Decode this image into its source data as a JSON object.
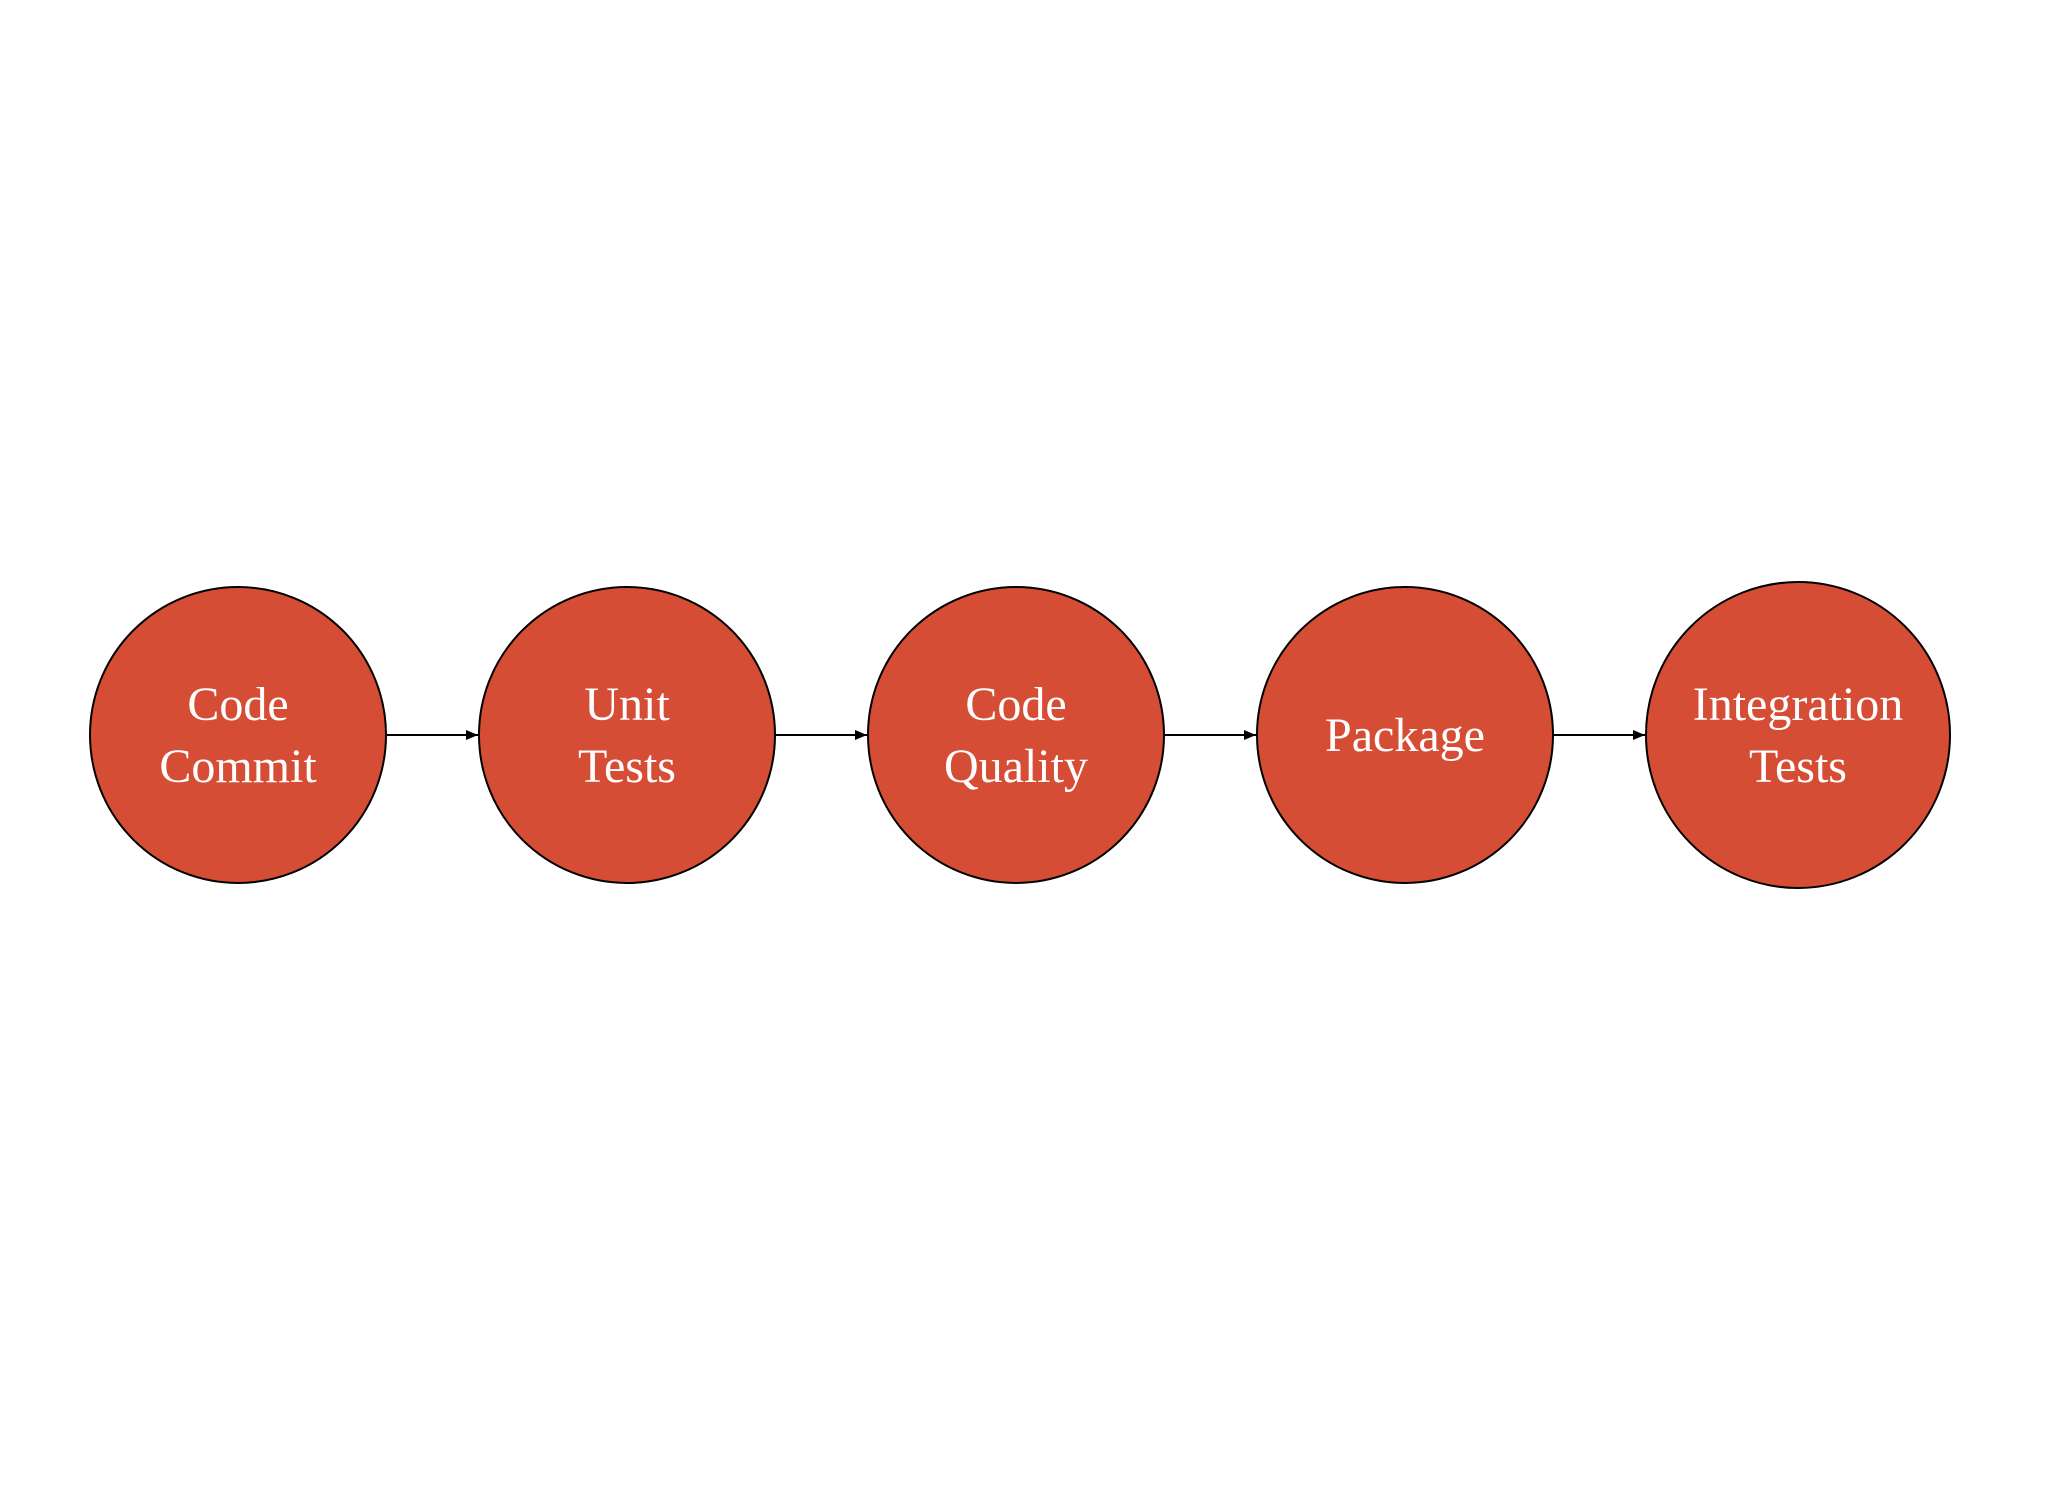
{
  "diagram": {
    "colors": {
      "node_fill": "#d64d35",
      "node_stroke": "#000000",
      "label": "#ffffff",
      "edge": "#000000",
      "background": "#ffffff"
    },
    "nodes": [
      {
        "id": "code-commit",
        "lines": [
          "Code",
          "Commit"
        ]
      },
      {
        "id": "unit-tests",
        "lines": [
          "Unit",
          "Tests"
        ]
      },
      {
        "id": "code-quality",
        "lines": [
          "Code",
          "Quality"
        ]
      },
      {
        "id": "package",
        "lines": [
          "Package"
        ]
      },
      {
        "id": "integration-tests",
        "lines": [
          "Integration",
          "Tests"
        ]
      }
    ],
    "edges": [
      {
        "from": "code-commit",
        "to": "unit-tests"
      },
      {
        "from": "unit-tests",
        "to": "code-quality"
      },
      {
        "from": "code-quality",
        "to": "package"
      },
      {
        "from": "package",
        "to": "integration-tests"
      }
    ]
  }
}
